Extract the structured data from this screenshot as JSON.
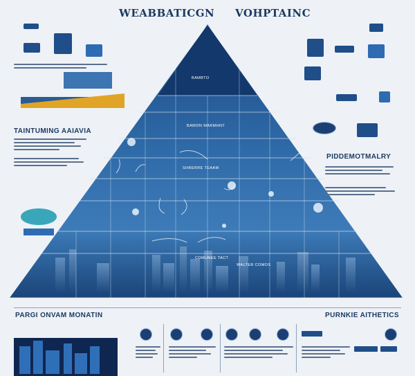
{
  "header": {
    "title_left": "WEABBATICGN",
    "title_right": "VOHPTAINC"
  },
  "left_panel": {
    "heading": "TAINTUMING AAIAVIA"
  },
  "right_panel": {
    "heading": "PIDDEMOTMALRY"
  },
  "bottom": {
    "left_heading": "PARGI ONVAM MONATIN",
    "right_heading": "PURNKIE AITHETICS"
  },
  "pyramid": {
    "tier_labels": [
      "BAMBTO",
      "BAWDN MARMHNT",
      "SHRERRE TEAAM",
      "COMUNEE TACT",
      "WALTER COMOS"
    ]
  },
  "colors": {
    "background": "#eef1f5",
    "primary": "#1f4e89",
    "dark": "#12305c",
    "accent": "#e0a526",
    "teal": "#3aa6b9"
  },
  "icons": [
    "person-icon",
    "tower-icon",
    "building-icon",
    "microscope-icon",
    "shield-icon",
    "globe-icon",
    "chart-icon",
    "leaf-icon"
  ]
}
